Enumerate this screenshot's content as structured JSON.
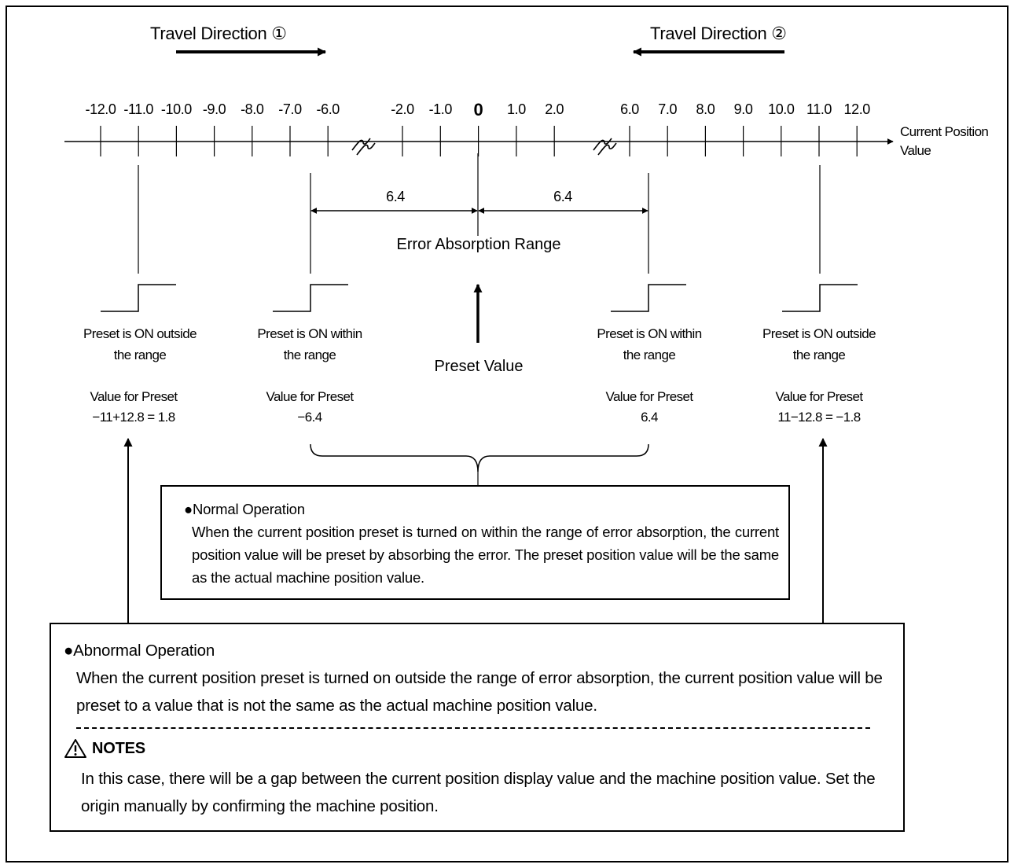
{
  "directions": {
    "dir1": "Travel Direction ①",
    "dir2": "Travel Direction ②"
  },
  "axis": {
    "title": "Current Position Value",
    "ticks_left": [
      "-12.0",
      "-11.0",
      "-10.0",
      "-9.0",
      "-8.0",
      "-7.0",
      "-6.0"
    ],
    "ticks_center": [
      "-2.0",
      "-1.0",
      "0",
      "1.0",
      "2.0"
    ],
    "ticks_right": [
      "6.0",
      "7.0",
      "8.0",
      "9.0",
      "10.0",
      "11.0",
      "12.0"
    ]
  },
  "dimensions": {
    "left": "6.4",
    "right": "6.4",
    "range_label": "Error Absorption Range",
    "preset_value": "Preset Value"
  },
  "cases": [
    {
      "line1": "Preset is ON outside",
      "line2": "the range",
      "value_label": "Value for Preset",
      "value": "−11+12.8 = 1.8"
    },
    {
      "line1": "Preset is ON within",
      "line2": "the range",
      "value_label": "Value for Preset",
      "value": "−6.4"
    },
    {
      "line1": "Preset is ON within",
      "line2": "the range",
      "value_label": "Value for Preset",
      "value": "6.4"
    },
    {
      "line1": "Preset is ON outside",
      "line2": "the range",
      "value_label": "Value for Preset",
      "value": "11−12.8 = −1.8"
    }
  ],
  "normal": {
    "title": "●Normal Operation",
    "body": "When the current position preset is turned on within the range of error absorption, the current position value will be preset by absorbing the error. The preset position value will be the same as the actual machine position value."
  },
  "abnormal": {
    "title": "●Abnormal Operation",
    "body": "When the current position preset is turned on outside the range of error absorption, the current position value will be preset to a value that is not the same as the actual machine position value."
  },
  "notes": {
    "icon": "warning-icon",
    "title": "NOTES",
    "body": "In this case, there will be a gap between the current position display value and the machine position value. Set the origin manually by confirming the machine position."
  }
}
